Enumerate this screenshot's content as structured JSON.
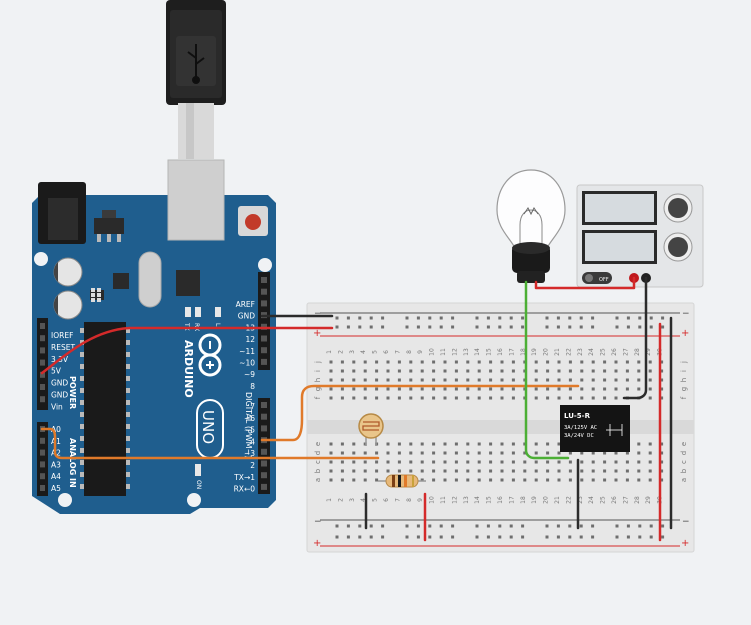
{
  "arduino": {
    "brand": "ARDUINO",
    "model": "UNO",
    "on_label": "ON",
    "tx_label": "TX",
    "rx_label": "RX",
    "l_label": "L",
    "power_section": "POWER",
    "analog_section": "ANALOG IN",
    "digital_section": "DIGITAL (PWM~)",
    "power_pins": [
      "IOREF",
      "RESET",
      "3.3V",
      "5V",
      "GND",
      "GND",
      "Vin"
    ],
    "analog_pins": [
      "A0",
      "A1",
      "A2",
      "A3",
      "A4",
      "A5"
    ],
    "top_right_pins": [
      "AREF",
      "GND",
      "13",
      "12",
      "~11",
      "~10",
      "~9",
      "8"
    ],
    "bottom_right_pins": [
      "7",
      "~6",
      "~5",
      "4",
      "~3",
      "2",
      "TX→1",
      "RX←0"
    ]
  },
  "breadboard": {
    "rail_minus": "−",
    "rail_plus": "+",
    "row_letters_top": [
      "j",
      "i",
      "h",
      "g",
      "f"
    ],
    "row_letters_bottom": [
      "e",
      "d",
      "c",
      "b",
      "a"
    ],
    "column_count": 30
  },
  "relay": {
    "model": "LU-5-R",
    "rating_ac": "3A/125V AC",
    "rating_dc": "3A/24V DC"
  },
  "power_supply": {
    "off_label": "OFF"
  },
  "colors": {
    "board": "#1f5e8e",
    "board_dark": "#184a70",
    "breadboard": "#e7e7e7",
    "wire_red": "#d42a2a",
    "wire_black": "#2b2b2b",
    "wire_orange": "#e07a2a",
    "wire_green": "#4caf35"
  }
}
